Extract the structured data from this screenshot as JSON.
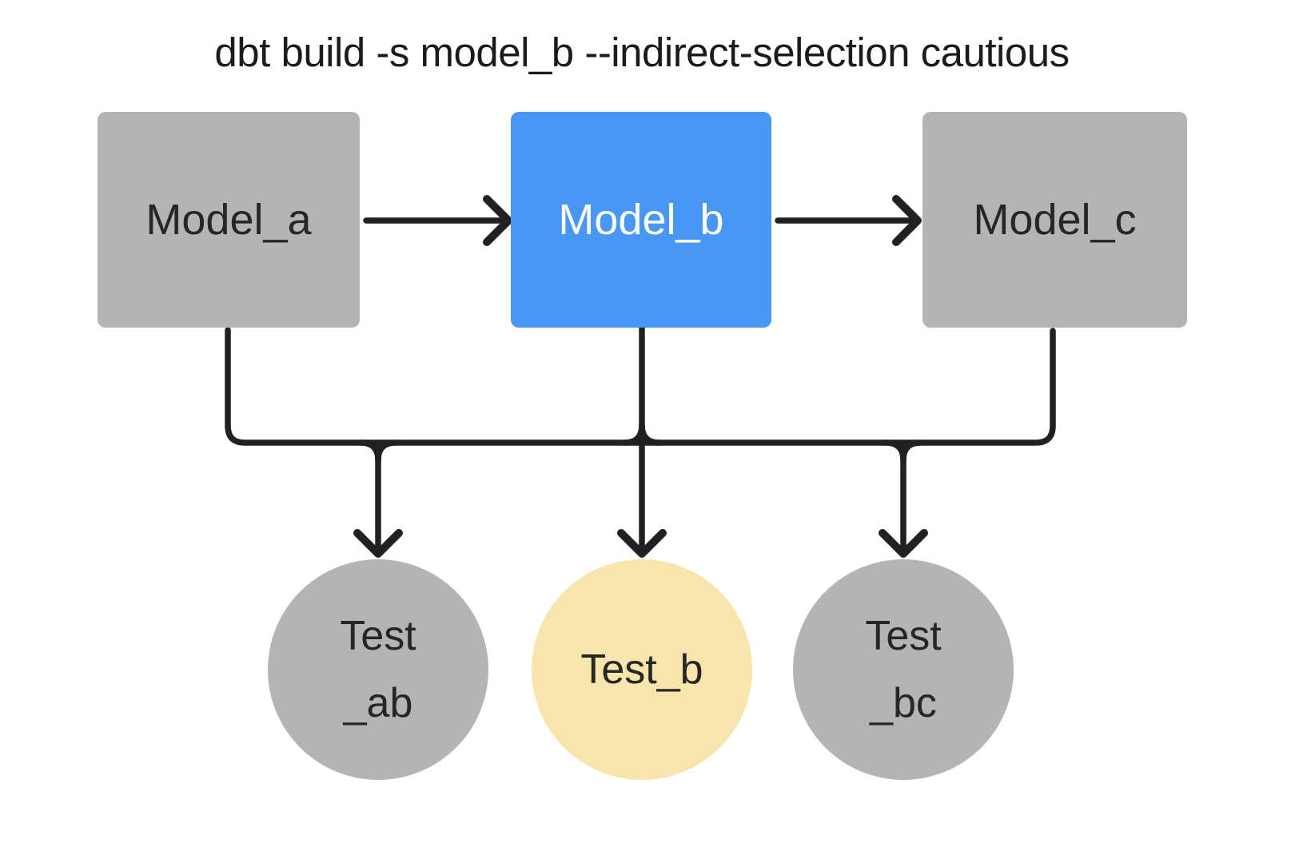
{
  "title": "dbt build -s model_b --indirect-selection cautious",
  "colors": {
    "node_gray": "#b4b4b4",
    "node_blue": "#4897f4",
    "node_yellow": "#f8e5ab",
    "edge": "#212121",
    "text_dark": "#262626",
    "text_light": "#ffffff",
    "bg": "#ffffff"
  },
  "nodes": {
    "models": [
      {
        "id": "model_a",
        "label": "Model_a",
        "selected": false
      },
      {
        "id": "model_b",
        "label": "Model_b",
        "selected": true
      },
      {
        "id": "model_c",
        "label": "Model_c",
        "selected": false
      }
    ],
    "tests": [
      {
        "id": "test_ab",
        "label_line1": "Test",
        "label_line2": "_ab",
        "selected": false
      },
      {
        "id": "test_b",
        "label": "Test_b",
        "selected": true
      },
      {
        "id": "test_bc",
        "label_line1": "Test",
        "label_line2": "_bc",
        "selected": false
      }
    ]
  },
  "edges": [
    {
      "from": "model_a",
      "to": "model_b"
    },
    {
      "from": "model_b",
      "to": "model_c"
    },
    {
      "from": "model_a",
      "to": "test_ab"
    },
    {
      "from": "model_b",
      "to": "test_ab"
    },
    {
      "from": "model_b",
      "to": "test_b"
    },
    {
      "from": "model_b",
      "to": "test_bc"
    },
    {
      "from": "model_c",
      "to": "test_bc"
    }
  ]
}
